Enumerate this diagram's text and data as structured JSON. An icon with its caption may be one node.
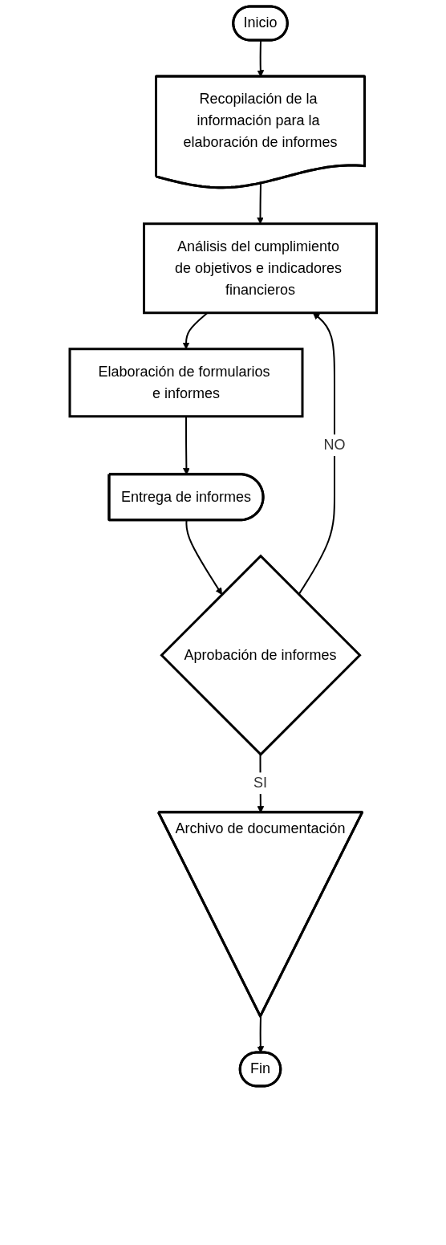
{
  "diagram": {
    "nodes": [
      {
        "text": [
          "Inicio"
        ]
      },
      {
        "text": [
          "Recopilación de la información para la elaboración de informes"
        ]
      },
      {
        "text": [
          "Análisis del cumplimiento de objetivos e indicadores financieros"
        ]
      },
      {
        "text": [
          "Elaboración de formularios e informes"
        ]
      },
      {
        "text": [
          "Entrega de informes"
        ]
      },
      {
        "text": [
          "Aprobación de informes"
        ]
      },
      {
        "text": [
          "Archivo de documentación"
        ]
      },
      {
        "text": [
          "Fin"
        ]
      }
    ],
    "edges": [
      {
        "from": 0,
        "to": 1,
        "arrow": "to"
      },
      {
        "from": 1,
        "to": 2,
        "arrow": "to"
      },
      {
        "from": 2,
        "to": 3,
        "arrow": "to"
      },
      {
        "from": 3,
        "to": 4,
        "arrow": "to"
      },
      {
        "from": 4,
        "to": 5,
        "arrow": "to"
      },
      {
        "from": 5,
        "to": 6,
        "label": "SI",
        "arrow": "to"
      },
      {
        "from": 6,
        "to": 7,
        "arrow": "to"
      },
      {
        "from": 5,
        "to": 2,
        "label": "NO",
        "arrow": "to"
      }
    ]
  }
}
